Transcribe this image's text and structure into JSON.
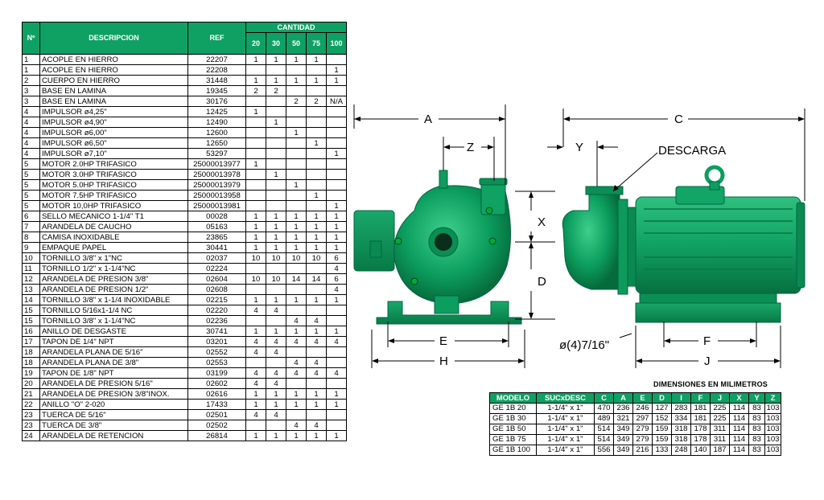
{
  "parts_table": {
    "headers": {
      "num": "Nº",
      "desc": "DESCRIPCION",
      "ref": "REF",
      "qty_group": "CANTIDAD",
      "qty_cols": [
        "20",
        "30",
        "50",
        "75",
        "100"
      ]
    },
    "rows": [
      {
        "n": "1",
        "desc": "ACOPLE EN HIERRO",
        "ref": "22207",
        "q": [
          "1",
          "1",
          "1",
          "1",
          ""
        ]
      },
      {
        "n": "1",
        "desc": "ACOPLE EN HIERRO",
        "ref": "22208",
        "q": [
          "",
          "",
          "",
          "",
          "1"
        ]
      },
      {
        "n": "2",
        "desc": "CUERPO EN HIERRO",
        "ref": "31448",
        "q": [
          "1",
          "1",
          "1",
          "1",
          "1"
        ]
      },
      {
        "n": "3",
        "desc": "BASE EN LAMINA",
        "ref": "19345",
        "q": [
          "2",
          "2",
          "",
          "",
          ""
        ]
      },
      {
        "n": "3",
        "desc": "BASE EN LAMINA",
        "ref": "30176",
        "q": [
          "",
          "",
          "2",
          "2",
          "N/A"
        ]
      },
      {
        "n": "4",
        "desc": "IMPULSOR ø4,25\"",
        "ref": "12425",
        "q": [
          "1",
          "",
          "",
          "",
          ""
        ]
      },
      {
        "n": "4",
        "desc": "IMPULSOR ø4,90\"",
        "ref": "12490",
        "q": [
          "",
          "1",
          "",
          "",
          ""
        ]
      },
      {
        "n": "4",
        "desc": "IMPULSOR ø6,00\"",
        "ref": "12600",
        "q": [
          "",
          "",
          "1",
          "",
          ""
        ]
      },
      {
        "n": "4",
        "desc": "IMPULSOR ø6,50\"",
        "ref": "12650",
        "q": [
          "",
          "",
          "",
          "1",
          ""
        ]
      },
      {
        "n": "4",
        "desc": "IMPULSOR ø7,10\"",
        "ref": "53297",
        "q": [
          "",
          "",
          "",
          "",
          "1"
        ]
      },
      {
        "n": "5",
        "desc": "MOTOR 2.0HP TRIFASICO",
        "ref": "25000013977",
        "q": [
          "1",
          "",
          "",
          "",
          ""
        ]
      },
      {
        "n": "5",
        "desc": "MOTOR 3.0HP TRIFASICO",
        "ref": "25000013978",
        "q": [
          "",
          "1",
          "",
          "",
          ""
        ]
      },
      {
        "n": "5",
        "desc": "MOTOR 5.0HP TRIFASICO",
        "ref": "25000013979",
        "q": [
          "",
          "",
          "1",
          "",
          ""
        ]
      },
      {
        "n": "5",
        "desc": "MOTOR 7.5HP TRIFASICO",
        "ref": "25000013958",
        "q": [
          "",
          "",
          "",
          "1",
          ""
        ]
      },
      {
        "n": "5",
        "desc": "MOTOR 10,0HP TRIFASICO",
        "ref": "25000013981",
        "q": [
          "",
          "",
          "",
          "",
          "1"
        ]
      },
      {
        "n": "6",
        "desc": "SELLO MECANICO 1-1/4\" T1",
        "ref": "00028",
        "q": [
          "1",
          "1",
          "1",
          "1",
          "1"
        ]
      },
      {
        "n": "7",
        "desc": "ARANDELA DE CAUCHO",
        "ref": "05163",
        "q": [
          "1",
          "1",
          "1",
          "1",
          "1"
        ]
      },
      {
        "n": "8",
        "desc": "CAMISA  INOXIDABLE",
        "ref": "23865",
        "q": [
          "1",
          "1",
          "1",
          "1",
          "1"
        ]
      },
      {
        "n": "9",
        "desc": "EMPAQUE PAPEL",
        "ref": "30441",
        "q": [
          "1",
          "1",
          "1",
          "1",
          "1"
        ]
      },
      {
        "n": "10",
        "desc": "TORNILLO 3/8\" x 1\"NC",
        "ref": "02037",
        "q": [
          "10",
          "10",
          "10",
          "10",
          "6"
        ]
      },
      {
        "n": "11",
        "desc": "TORNILLO 1/2\" x 1-1/4\"NC",
        "ref": "02224",
        "q": [
          "",
          "",
          "",
          "",
          "4"
        ]
      },
      {
        "n": "12",
        "desc": "ARANDELA DE PRESION 3/8\"",
        "ref": "02604",
        "q": [
          "10",
          "10",
          "14",
          "14",
          "6"
        ]
      },
      {
        "n": "13",
        "desc": "ARANDELA DE PRESION 1/2\"",
        "ref": "02608",
        "q": [
          "",
          "",
          "",
          "",
          "4"
        ]
      },
      {
        "n": "14",
        "desc": "TORNILLO 3/8\" x 1-1/4 INOXIDABLE",
        "ref": "02215",
        "q": [
          "1",
          "1",
          "1",
          "1",
          "1"
        ]
      },
      {
        "n": "15",
        "desc": "TORNILLO 5/16x1-1/4 NC",
        "ref": "02220",
        "q": [
          "4",
          "4",
          "",
          "",
          ""
        ]
      },
      {
        "n": "15",
        "desc": "TORNILLO 3/8\" x 1-1/4\"NC",
        "ref": "02236",
        "q": [
          "",
          "",
          "4",
          "4",
          ""
        ]
      },
      {
        "n": "16",
        "desc": "ANILLO DE DESGASTE",
        "ref": "30741",
        "q": [
          "1",
          "1",
          "1",
          "1",
          "1"
        ]
      },
      {
        "n": "17",
        "desc": "TAPON DE 1/4\" NPT",
        "ref": "03201",
        "q": [
          "4",
          "4",
          "4",
          "4",
          "4"
        ]
      },
      {
        "n": "18",
        "desc": "ARANDELA PLANA DE 5/16\"",
        "ref": "02552",
        "q": [
          "4",
          "4",
          "",
          "",
          ""
        ]
      },
      {
        "n": "18",
        "desc": "ARANDELA PLANA DE 3/8\"",
        "ref": "02553",
        "q": [
          "",
          "",
          "4",
          "4",
          ""
        ]
      },
      {
        "n": "19",
        "desc": "TAPON DE 1/8\" NPT",
        "ref": "03199",
        "q": [
          "4",
          "4",
          "4",
          "4",
          "4"
        ]
      },
      {
        "n": "20",
        "desc": "ARANDELA DE PRESION 5/16\"",
        "ref": "02602",
        "q": [
          "4",
          "4",
          "",
          "",
          ""
        ]
      },
      {
        "n": "21",
        "desc": "ARANDELA DE PRESION 3/8\"INOX.",
        "ref": "02616",
        "q": [
          "1",
          "1",
          "1",
          "1",
          "1"
        ]
      },
      {
        "n": "22",
        "desc": "ANILLO \"O\" 2-020",
        "ref": "17433",
        "q": [
          "1",
          "1",
          "1",
          "1",
          "1"
        ]
      },
      {
        "n": "23",
        "desc": "TUERCA DE 5/16\"",
        "ref": "02501",
        "q": [
          "4",
          "4",
          "",
          "",
          ""
        ]
      },
      {
        "n": "23",
        "desc": "TUERCA DE 3/8\"",
        "ref": "02502",
        "q": [
          "",
          "",
          "4",
          "4",
          ""
        ]
      },
      {
        "n": "24",
        "desc": "ARANDELA DE RETENCION",
        "ref": "26814",
        "q": [
          "1",
          "1",
          "1",
          "1",
          "1"
        ]
      }
    ]
  },
  "drawing": {
    "labels": {
      "A": "A",
      "C": "C",
      "Z": "Z",
      "Y": "Y",
      "X": "X",
      "D": "D",
      "E": "E",
      "H": "H",
      "F": "F",
      "J": "J"
    },
    "descarga": "DESCARGA",
    "holes": "ø(4)7/16\""
  },
  "dimensions_table": {
    "title": "DIMENSIONES EN MILIMETROS",
    "headers": [
      "MODELO",
      "SUCxDESC",
      "C",
      "A",
      "E",
      "D",
      "I",
      "F",
      "J",
      "X",
      "Y",
      "Z"
    ],
    "rows": [
      [
        "GE 1B 20",
        "1-1/4\" x 1\"",
        "470",
        "236",
        "246",
        "127",
        "283",
        "181",
        "225",
        "114",
        "83",
        "103"
      ],
      [
        "GE 1B 30",
        "1-1/4\" x 1\"",
        "489",
        "321",
        "297",
        "152",
        "334",
        "181",
        "225",
        "114",
        "83",
        "103"
      ],
      [
        "GE 1B 50",
        "1-1/4\" x 1\"",
        "514",
        "349",
        "279",
        "159",
        "318",
        "178",
        "311",
        "114",
        "83",
        "103"
      ],
      [
        "GE 1B 75",
        "1-1/4\" x 1\"",
        "514",
        "349",
        "279",
        "159",
        "318",
        "178",
        "311",
        "114",
        "83",
        "103"
      ],
      [
        "GE 1B 100",
        "1-1/4\" x 1\"",
        "556",
        "349",
        "216",
        "133",
        "248",
        "140",
        "187",
        "114",
        "83",
        "103"
      ]
    ]
  },
  "colors": {
    "header_green": "#0fa064",
    "pump_green": "#0c9e5e",
    "pump_dark": "#077a45"
  }
}
